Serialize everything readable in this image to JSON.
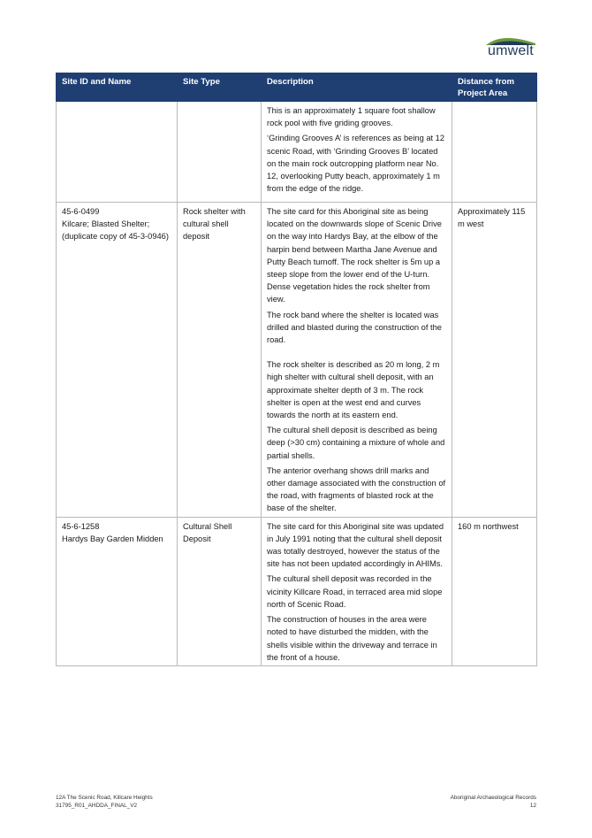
{
  "brand": {
    "logo_text": "umwelt",
    "accent": "#1f3f73",
    "logo_green": "#6a9a3a"
  },
  "table": {
    "headers": [
      "Site ID and Name",
      "Site Type",
      "Description",
      "Distance from Project Area"
    ],
    "rows": [
      {
        "site_id": "",
        "site_name": "",
        "type": "",
        "desc": [
          "This is an approximately 1 square foot shallow rock pool with five griding grooves.",
          "‘Grinding Grooves A’ is references as being at 12 scenic Road, with ‘Grinding Grooves B’ located on the main rock outcropping platform near No. 12, overlooking Putty beach, approximately 1 m from the edge of the ridge."
        ],
        "distance": ""
      },
      {
        "site_id": "45-6-0499",
        "site_name": "Kilcare; Blasted Shelter;(duplicate copy of 45-3-0946)",
        "type": "Rock shelter with cultural shell deposit",
        "desc": [
          "The site card for this Aboriginal site as being located on the downwards slope of Scenic Drive on the way into Hardys Bay, at the elbow of the harpin bend between Martha Jane Avenue and Putty Beach turnoff. The rock shelter is  5m up a steep slope from the lower end of the U-turn. Dense vegetation hides the rock shelter from view.",
          "The rock band where the shelter is located was drilled and blasted during the construction of the road.",
          "The rock shelter is described as 20 m long, 2 m high shelter with cultural shell deposit, with an approximate shelter depth of 3 m. The rock shelter is open at the west end and curves towards the north at its eastern end.",
          "The cultural shell deposit is described as being deep (>30 cm) containing a mixture of whole and partial shells.",
          "The anterior overhang shows drill marks and other damage associated with the construction of the road, with fragments of blasted rock at the base of the shelter."
        ],
        "distance": "Approximately 115 m west"
      },
      {
        "site_id": "45-6-1258",
        "site_name": "Hardys Bay Garden Midden",
        "type": "Cultural Shell Deposit",
        "desc": [
          "The site card for this Aboriginal site was updated in July 1991 noting that the cultural shell deposit was totally destroyed, however the status of the site has not been updated accordingly in AHIMs.",
          "The cultural shell deposit was recorded in the vicinity Killcare Road, in terraced area mid slope north of Scenic Road.",
          "The construction of houses in the area were noted to have disturbed the midden, with the shells visible within the driveway and terrace in the front of a house."
        ],
        "distance": "160 m northwest"
      }
    ]
  },
  "footer": {
    "address": "12A The Scenic Road, Killcare Heights",
    "doc_code": "31795_R01_AHDDA_FINAL_V2",
    "section": "Aboriginal Archaeological Records",
    "page": "12"
  }
}
